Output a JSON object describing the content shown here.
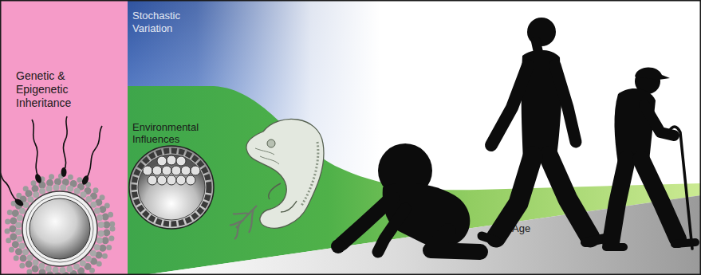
{
  "diagram": {
    "nodes": [
      {
        "text": [
          "Genetic & Epigenetic Inheritance"
        ]
      },
      {
        "text": [
          "Stochastic Variation"
        ]
      },
      {
        "text": [
          "Environmental Influences"
        ]
      },
      {
        "text": [
          "Age"
        ]
      }
    ]
  }
}
